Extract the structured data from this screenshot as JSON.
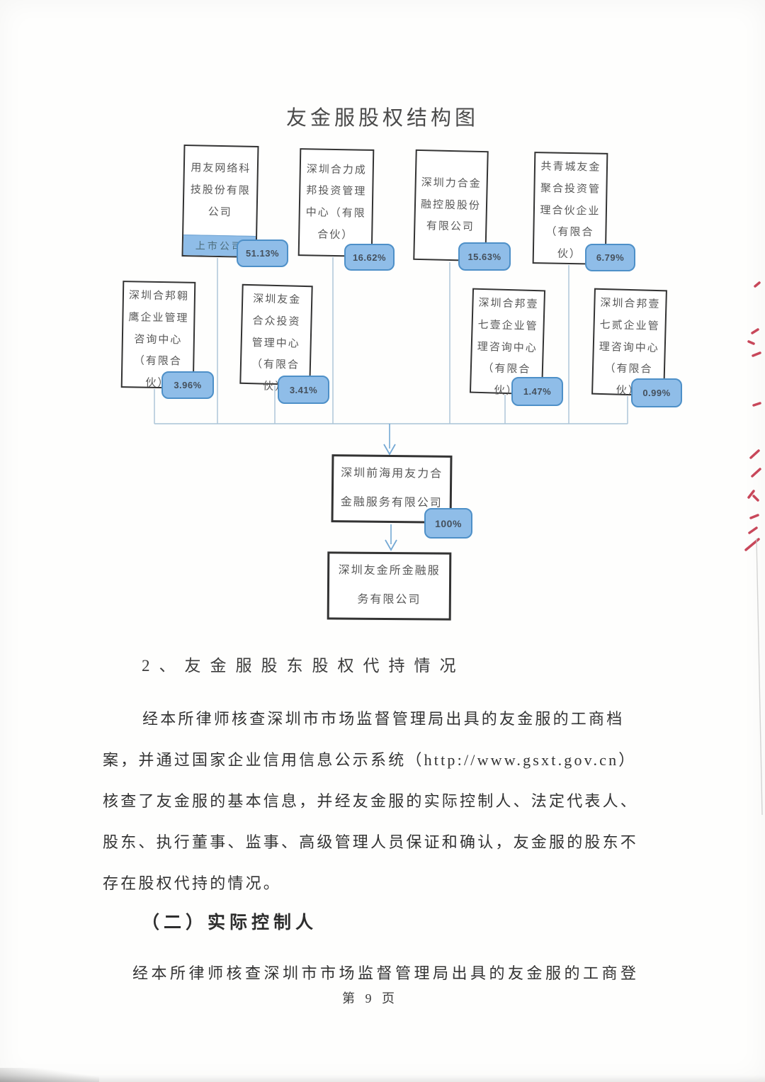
{
  "document": {
    "diagram_title": "友金服股权结构图",
    "footer_page": "第 9 页"
  },
  "diagram": {
    "shareholders": [
      {
        "name": "用友网络科技股份有限公司",
        "tag": "上市公司",
        "pct": "51.13%"
      },
      {
        "name": "深圳合力成邦投资管理中心（有限合伙）",
        "pct": "16.62%"
      },
      {
        "name": "深圳力合金融控股股份有限公司",
        "pct": "15.63%"
      },
      {
        "name": "共青城友金聚合投资管理合伙企业（有限合伙）",
        "pct": "6.79%"
      },
      {
        "name": "深圳合邦翱鹰企业管理咨询中心（有限合伙）",
        "pct": "3.96%"
      },
      {
        "name": "深圳友金合众投资管理中心（有限合伙）",
        "pct": "3.41%"
      },
      {
        "name": "深圳合邦壹七壹企业管理咨询中心（有限合伙）",
        "pct": "1.47%"
      },
      {
        "name": "深圳合邦壹七贰企业管理咨询中心（有限合伙）",
        "pct": "0.99%"
      }
    ],
    "intermediate_company": {
      "name": "深圳前海用友力合金融服务有限公司",
      "pct": "100%"
    },
    "bottom_company": {
      "name": "深圳友金所金融服务有限公司"
    },
    "colors": {
      "badge_fill": "#8fbde8",
      "badge_border": "#4e90c8",
      "connector": "#a9c3d6",
      "arrow": "#74a8d4",
      "box_border": "#333333"
    }
  },
  "body": {
    "section2_heading": "2、友金服股东股权代持情况",
    "paragraph1_lines": [
      "经本所律师核查深圳市市场监督管理局出具的友金服的工商档",
      "案，并通过国家企业信用信息公示系统（http://www.gsxt.gov.cn）",
      "核查了友金服的基本信息，并经友金服的实际控制人、法定代表人、",
      "股东、执行董事、监事、高级管理人员保证和确认，友金服的股东不",
      "存在股权代持的情况。"
    ],
    "section_heading": "（二）实际控制人",
    "paragraph2_lines": [
      "经本所律师核查深圳市市场监督管理局出具的友金服的工商登"
    ]
  },
  "margin_annotations": {
    "description": "red handwritten strokes clipped at right page edge",
    "color": "#c8475a"
  }
}
